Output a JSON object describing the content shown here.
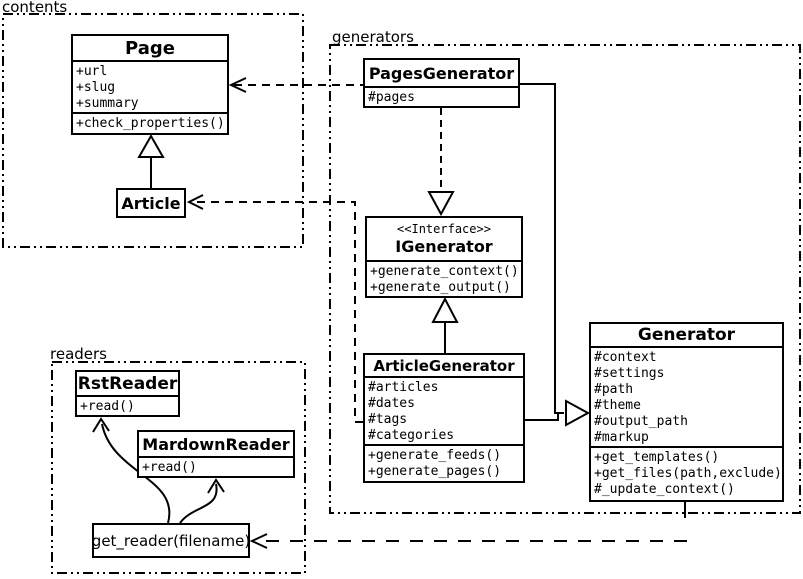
{
  "packages": {
    "contents": {
      "label": "contents"
    },
    "generators": {
      "label": "generators"
    },
    "readers": {
      "label": "readers"
    }
  },
  "classes": {
    "page": {
      "title": "Page",
      "attributes": [
        "+url",
        "+slug",
        "+summary"
      ],
      "methods": [
        "+check_properties()"
      ]
    },
    "article": {
      "title": "Article"
    },
    "pages_generator": {
      "title": "PagesGenerator",
      "attributes": [
        "#pages"
      ]
    },
    "igenerator": {
      "stereotype": "<<Interface>>",
      "title": "IGenerator",
      "methods": [
        "+generate_context()",
        "+generate_output()"
      ]
    },
    "article_generator": {
      "title": "ArticleGenerator",
      "attributes": [
        "#articles",
        "#dates",
        "#tags",
        "#categories"
      ],
      "methods": [
        "+generate_feeds()",
        "+generate_pages()"
      ]
    },
    "generator": {
      "title": "Generator",
      "attributes": [
        "#context",
        "#settings",
        "#path",
        "#theme",
        "#output_path",
        "#markup"
      ],
      "methods": [
        "+get_templates()",
        "+get_files(path,exclude)",
        "#_update_context()"
      ]
    },
    "rst_reader": {
      "title": "RstReader",
      "methods": [
        "+read()"
      ]
    },
    "mardown_reader": {
      "title": "MardownReader",
      "methods": [
        "+read()"
      ]
    },
    "get_reader": {
      "label": "get_reader(filename)"
    }
  },
  "colors": {
    "ink": "#000000",
    "paper": "#ffffff"
  }
}
